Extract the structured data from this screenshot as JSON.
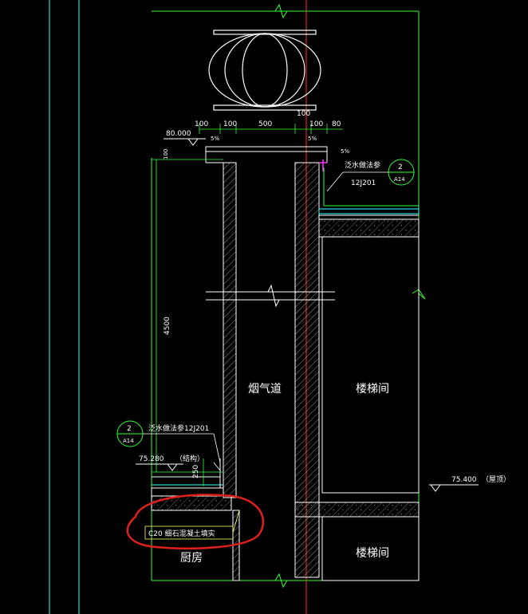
{
  "colors": {
    "background": "#000000",
    "white_line": "#ffffff",
    "green_line": "#33ff33",
    "cyan_line": "#33ffff",
    "red_axis": "#ff3030",
    "hatch": "#c8c8c8",
    "annotation_red": "#e0201a",
    "leader_yellow": "#ffff66",
    "magenta_mark": "#ff33ff"
  },
  "icons": [
    "spherical-ventilator-cap",
    "break-line-symbol",
    "elevation-marker",
    "detail-index-circle"
  ],
  "dimensions": {
    "top": [
      "100",
      "100",
      "500",
      "100",
      "100",
      "80"
    ],
    "left_top": "100",
    "left_vertical": "4500",
    "wall_height": "250",
    "slopes": [
      "5%",
      "5%",
      "5%"
    ]
  },
  "elevations": {
    "top_left": "80.000",
    "roof_left": "75.280",
    "roof_right": "75.400",
    "roof_right_note": "（屋顶）"
  },
  "notes": {
    "flashing_right": "泛水做法参",
    "flashing_right_ref": "12J201",
    "flashing_left": "泛水做法参12J201",
    "structure": "（结构）",
    "fill_note": "C20 细石混凝土填实"
  },
  "detail_refs": [
    {
      "num": "2",
      "sheet": "A14"
    },
    {
      "num": "2",
      "sheet": "A14"
    }
  ],
  "rooms": {
    "flue": "烟气道",
    "stair_upper": "楼梯间",
    "stair_lower": "楼梯间",
    "kitchen": "厨房"
  }
}
